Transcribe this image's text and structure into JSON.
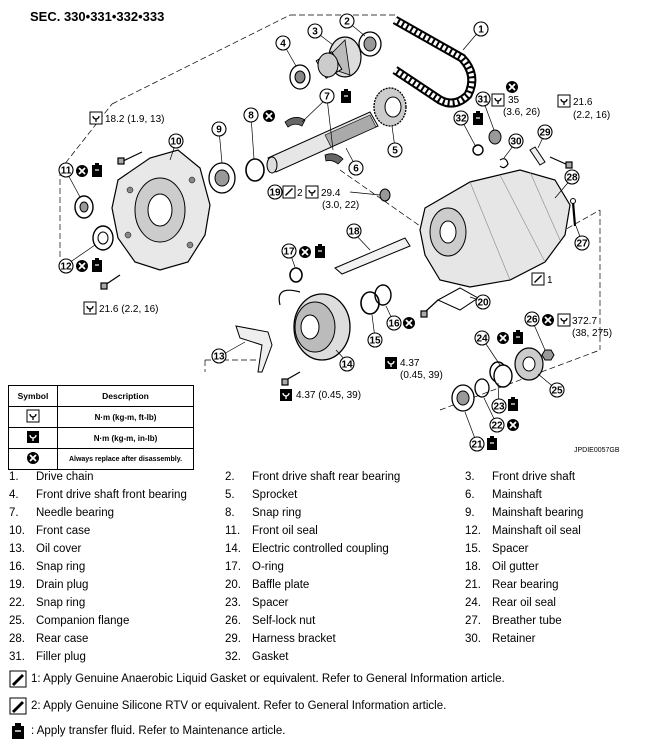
{
  "section_title": "SEC. 330•331•332•333",
  "reference_code": "JPDIE0057GB",
  "callouts": [
    "1",
    "2",
    "3",
    "4",
    "5",
    "6",
    "7",
    "8",
    "9",
    "10",
    "11",
    "12",
    "13",
    "14",
    "15",
    "16",
    "17",
    "18",
    "19",
    "20",
    "21",
    "22",
    "23",
    "24",
    "25",
    "26",
    "27",
    "28",
    "29",
    "30",
    "31",
    "32"
  ],
  "torque_specs": {
    "t1": "18.2  (1.9, 13)",
    "t2": "21.6",
    "t2b": "(2.2, 16)",
    "t3": "21.6  (2.2, 16)",
    "t4": "35",
    "t4b": "(3.6, 26)",
    "t5": "29.4",
    "t5b": "(3.0, 22)",
    "t6": "372.7",
    "t6b": "(38, 275)",
    "t7": "4.37",
    "t7b": "(0.45, 39)",
    "t8": "4.37  (0.45, 39)"
  },
  "liquid_gasket_labels": {
    "g2": "2",
    "g1": "1"
  },
  "legend": {
    "header_symbol": "Symbol",
    "header_description": "Description",
    "rows": [
      {
        "icon": "torque-wrench-icon",
        "description": "N·m (kg-m, ft-lb)"
      },
      {
        "icon": "torque-wrench-filled-icon",
        "description": "N·m (kg-m, in-lb)"
      },
      {
        "icon": "replace-x-icon",
        "description": "Always replace after disassembly."
      }
    ]
  },
  "parts": [
    {
      "num": "1.",
      "name": "Drive chain"
    },
    {
      "num": "2.",
      "name": "Front drive shaft rear bearing"
    },
    {
      "num": "3.",
      "name": "Front drive shaft"
    },
    {
      "num": "4.",
      "name": "Front drive shaft front bearing"
    },
    {
      "num": "5.",
      "name": "Sprocket"
    },
    {
      "num": "6.",
      "name": "Mainshaft"
    },
    {
      "num": "7.",
      "name": "Needle bearing"
    },
    {
      "num": "8.",
      "name": "Snap ring"
    },
    {
      "num": "9.",
      "name": "Mainshaft bearing"
    },
    {
      "num": "10.",
      "name": "Front case"
    },
    {
      "num": "11.",
      "name": "Front oil seal"
    },
    {
      "num": "12.",
      "name": "Mainshaft oil seal"
    },
    {
      "num": "13.",
      "name": "Oil cover"
    },
    {
      "num": "14.",
      "name": "Electric controlled coupling"
    },
    {
      "num": "15.",
      "name": "Spacer"
    },
    {
      "num": "16.",
      "name": "Snap ring"
    },
    {
      "num": "17.",
      "name": "O-ring"
    },
    {
      "num": "18.",
      "name": "Oil gutter"
    },
    {
      "num": "19.",
      "name": "Drain plug"
    },
    {
      "num": "20.",
      "name": "Baffle plate"
    },
    {
      "num": "21.",
      "name": "Rear bearing"
    },
    {
      "num": "22.",
      "name": "Snap ring"
    },
    {
      "num": "23.",
      "name": "Spacer"
    },
    {
      "num": "24.",
      "name": "Rear oil seal"
    },
    {
      "num": "25.",
      "name": "Companion flange"
    },
    {
      "num": "26.",
      "name": "Self-lock nut"
    },
    {
      "num": "27.",
      "name": "Breather tube"
    },
    {
      "num": "28.",
      "name": "Rear case"
    },
    {
      "num": "29.",
      "name": "Harness bracket"
    },
    {
      "num": "30.",
      "name": "Retainer"
    },
    {
      "num": "31.",
      "name": "Filler plug"
    },
    {
      "num": "32.",
      "name": "Gasket"
    }
  ],
  "notes": [
    {
      "icon": "liquid-gasket-icon",
      "prefix": "1",
      "text": ": Apply Genuine Anaerobic Liquid Gasket or equivalent. Refer to General Information article."
    },
    {
      "icon": "liquid-gasket-icon",
      "prefix": "2",
      "text": ": Apply Genuine Silicone RTV or equivalent. Refer to General Information article."
    },
    {
      "icon": "transfer-fluid-icon",
      "prefix": "",
      "text": ": Apply transfer fluid. Refer to Maintenance article."
    }
  ]
}
